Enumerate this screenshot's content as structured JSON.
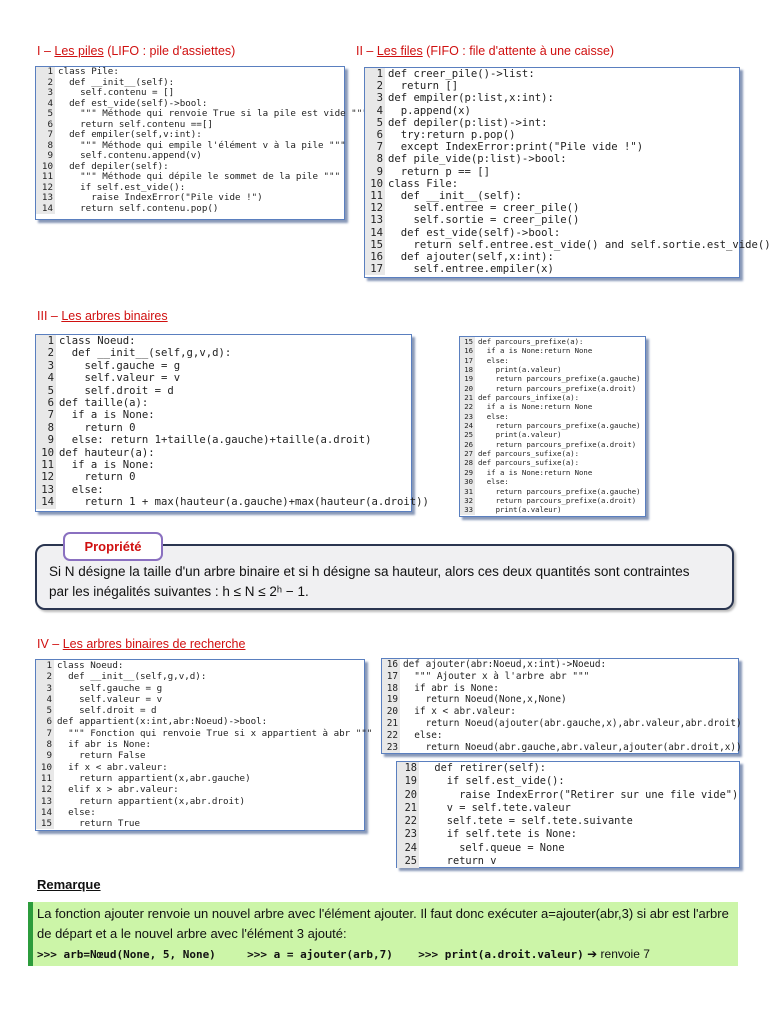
{
  "sections": {
    "s1": {
      "num": "I – ",
      "title": "Les piles",
      "sub": " (LIFO : pile d'assiettes)"
    },
    "s2": {
      "num": "II – ",
      "title": "Les files",
      "sub": " (FIFO : file d'attente à une caisse)"
    },
    "s3": {
      "num": "III – ",
      "title": "Les arbres binaires",
      "sub": ""
    },
    "s4": {
      "num": "IV – ",
      "title": "Les arbres binaires de recherche",
      "sub": ""
    }
  },
  "code_blocks": [
    {
      "id": "piles",
      "lines": [
        [
          "1",
          "class Pile:"
        ],
        [
          "2",
          "  def __init__(self):"
        ],
        [
          "3",
          "    self.contenu = []"
        ],
        [
          "4",
          "  def est_vide(self)->bool:"
        ],
        [
          "5",
          "    \"\"\" Méthode qui renvoie True si la pile est vide \"\"\""
        ],
        [
          "6",
          "    return self.contenu ==[]"
        ],
        [
          "7",
          "  def empiler(self,v:int):"
        ],
        [
          "8",
          "    \"\"\" Méthode qui empile l'élément v à la pile \"\"\""
        ],
        [
          "9",
          "    self.contenu.append(v)"
        ],
        [
          "10",
          "  def depiler(self):"
        ],
        [
          "11",
          "    \"\"\" Méthode qui dépile le sommet de la pile \"\"\""
        ],
        [
          "12",
          "    if self.est_vide():"
        ],
        [
          "13",
          "      raise IndexError(\"Pile vide !\")"
        ],
        [
          "14",
          "    return self.contenu.pop()"
        ]
      ]
    },
    {
      "id": "files",
      "lines": [
        [
          "1",
          "def creer_pile()->list:"
        ],
        [
          "2",
          "  return []"
        ],
        [
          "3",
          "def empiler(p:list,x:int):"
        ],
        [
          "4",
          "  p.append(x)"
        ],
        [
          "5",
          "def depiler(p:list)->int:"
        ],
        [
          "6",
          "  try:return p.pop()"
        ],
        [
          "7",
          "  except IndexError:print(\"Pile vide !\")"
        ],
        [
          "8",
          "def pile_vide(p:list)->bool:"
        ],
        [
          "9",
          "  return p == []"
        ],
        [
          "10",
          "class File:"
        ],
        [
          "11",
          "  def __init__(self):"
        ],
        [
          "12",
          "    self.entree = creer_pile()"
        ],
        [
          "13",
          "    self.sortie = creer_pile()"
        ],
        [
          "14",
          "  def est_vide(self)->bool:"
        ],
        [
          "15",
          "    return self.entree.est_vide() and self.sortie.est_vide()"
        ],
        [
          "16",
          "  def ajouter(self,x:int):"
        ],
        [
          "17",
          "    self.entree.empiler(x)"
        ]
      ]
    },
    {
      "id": "noeud",
      "lines": [
        [
          "1",
          "class Noeud:"
        ],
        [
          "2",
          "  def __init__(self,g,v,d):"
        ],
        [
          "3",
          "    self.gauche = g"
        ],
        [
          "4",
          "    self.valeur = v"
        ],
        [
          "5",
          "    self.droit = d"
        ],
        [
          "6",
          "def taille(a):"
        ],
        [
          "7",
          "  if a is None:"
        ],
        [
          "8",
          "    return 0"
        ],
        [
          "9",
          "  else: return 1+taille(a.gauche)+taille(a.droit)"
        ],
        [
          "10",
          "def hauteur(a):"
        ],
        [
          "11",
          "  if a is None:"
        ],
        [
          "12",
          "    return 0"
        ],
        [
          "13",
          "  else:"
        ],
        [
          "14",
          "    return 1 + max(hauteur(a.gauche)+max(hauteur(a.droit))"
        ]
      ]
    },
    {
      "id": "parcours",
      "lines": [
        [
          "15",
          "def parcours_prefixe(a):"
        ],
        [
          "16",
          "  if a is None:return None"
        ],
        [
          "17",
          "  else:"
        ],
        [
          "18",
          "    print(a.valeur)"
        ],
        [
          "19",
          "    return parcours_prefixe(a.gauche)"
        ],
        [
          "20",
          "    return parcours_prefixe(a.droit)"
        ],
        [
          "21",
          "def parcours_infixe(a):"
        ],
        [
          "22",
          "  if a is None:return None"
        ],
        [
          "23",
          "  else:"
        ],
        [
          "24",
          "    return parcours_prefixe(a.gauche)"
        ],
        [
          "25",
          "    print(a.valeur)"
        ],
        [
          "26",
          "    return parcours_prefixe(a.droit)"
        ],
        [
          "27",
          "def parcours_sufixe(a):"
        ],
        [
          "28",
          "def parcours_sufixe(a):"
        ],
        [
          "29",
          "  if a is None:return None"
        ],
        [
          "30",
          "  else:"
        ],
        [
          "31",
          "    return parcours_prefixe(a.gauche)"
        ],
        [
          "32",
          "    return parcours_prefixe(a.droit)"
        ],
        [
          "33",
          "    print(a.valeur)"
        ]
      ]
    },
    {
      "id": "abr",
      "lines": [
        [
          "1",
          "class Noeud:"
        ],
        [
          "2",
          "  def __init__(self,g,v,d):"
        ],
        [
          "3",
          "    self.gauche = g"
        ],
        [
          "4",
          "    self.valeur = v"
        ],
        [
          "5",
          "    self.droit = d"
        ],
        [
          "6",
          "def appartient(x:int,abr:Noeud)->bool:"
        ],
        [
          "7",
          "  \"\"\" Fonction qui renvoie True si x appartient à abr \"\"\""
        ],
        [
          "8",
          "  if abr is None:"
        ],
        [
          "9",
          "    return False"
        ],
        [
          "10",
          "  if x < abr.valeur:"
        ],
        [
          "11",
          "    return appartient(x,abr.gauche)"
        ],
        [
          "12",
          "  elif x > abr.valeur:"
        ],
        [
          "13",
          "    return appartient(x,abr.droit)"
        ],
        [
          "14",
          "  else:"
        ],
        [
          "15",
          "    return True"
        ]
      ]
    },
    {
      "id": "ajouter",
      "lines": [
        [
          "16",
          "def ajouter(abr:Noeud,x:int)->Noeud:"
        ],
        [
          "17",
          "  \"\"\" Ajouter x à l'arbre abr \"\"\""
        ],
        [
          "18",
          "  if abr is None:"
        ],
        [
          "19",
          "    return Noeud(None,x,None)"
        ],
        [
          "20",
          "  if x < abr.valeur:"
        ],
        [
          "21",
          "    return Noeud(ajouter(abr.gauche,x),abr.valeur,abr.droit)"
        ],
        [
          "22",
          "  else:"
        ],
        [
          "23",
          "    return Noeud(abr.gauche,abr.valeur,ajouter(abr.droit,x))"
        ]
      ]
    },
    {
      "id": "retirer",
      "lines": [
        [
          "18",
          "  def retirer(self):"
        ],
        [
          "19",
          "    if self.est_vide():"
        ],
        [
          "20",
          "      raise IndexError(\"Retirer sur une file vide\")"
        ],
        [
          "21",
          "    v = self.tete.valeur"
        ],
        [
          "22",
          "    self.tete = self.tete.suivante"
        ],
        [
          "23",
          "    if self.tete is None:"
        ],
        [
          "24",
          "      self.queue = None"
        ],
        [
          "25",
          "    return v"
        ]
      ]
    }
  ],
  "propriete": {
    "tag": "Propriété",
    "line1": "Si N désigne la taille d'un arbre binaire et si h désigne sa hauteur, alors ces deux quantités sont contraintes",
    "line2": "par les inégalités suivantes : h ≤ N ≤ 2ʰ − 1."
  },
  "remarque": {
    "title": "Remarque",
    "text": "La fonction ajouter renvoie un nouvel arbre avec l'élément ajouter. Il faut donc exécuter a=ajouter(abr,3) si abr est l'arbre de départ et a le nouvel arbre avec l'élément 3 ajouté:",
    "code1": ">>> arb=Nœud(None, 5, None)",
    "code2": ">>> a = ajouter(arb,7)",
    "code3": ">>> print(a.droit.valeur)",
    "arrow": "➔",
    "result": "renvoie 7"
  }
}
